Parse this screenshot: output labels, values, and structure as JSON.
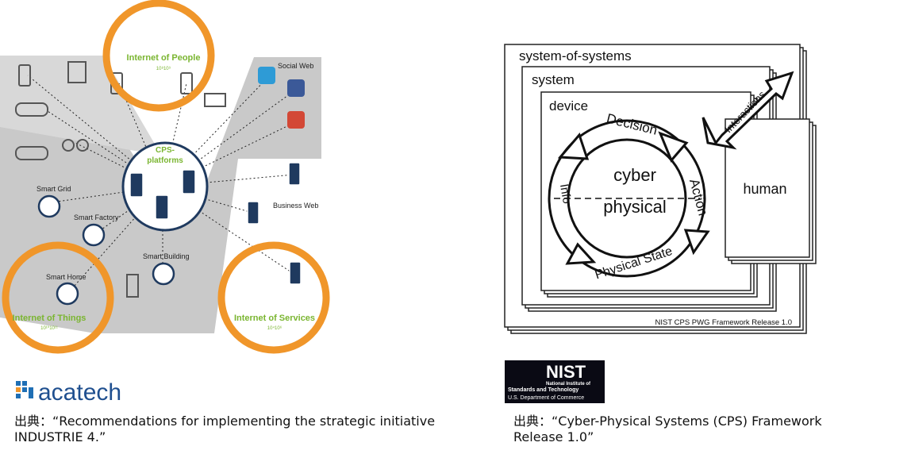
{
  "left_diagram": {
    "hub_label_1": "CPS-",
    "hub_label_2": "platforms",
    "people_title": "Internet of People",
    "people_sub": "10⁸10⁹",
    "things_title": "Internet of Things",
    "things_sub": "10¹⁰10¹¹",
    "services_title": "Internet of Services",
    "services_sub": "10⁴10⁶",
    "social_web": "Social Web",
    "business_web": "Business Web",
    "smart_grid": "Smart Grid",
    "smart_factory": "Smart Factory",
    "smart_building": "Smart Building",
    "smart_home": "Smart Home",
    "accent_orange": "#f0962a",
    "accent_green": "#7ab530",
    "dark_navy": "#1f3a5f"
  },
  "acatech": {
    "logo_text": "acatech"
  },
  "caption_left": {
    "line1": "出典：“Recommendations for implementing the strategic initiative",
    "line2": "INDUSTRIE 4.”"
  },
  "right_diagram": {
    "sos": "system-of-systems",
    "system": "system",
    "device": "device",
    "decision": "Decision",
    "interactions": "Interactions",
    "cyber": "cyber",
    "physical": "physical",
    "info": "Info",
    "action": "Action",
    "physical_state": "Physical State",
    "human": "human",
    "release": "NIST CPS PWG Framework Release 1.0"
  },
  "nist": {
    "logo_text": "NIST",
    "line1": "National Institute of",
    "line2": "Standards and Technology",
    "line3": "U.S. Department of Commerce"
  },
  "caption_right": {
    "line1": "出典：“Cyber-Physical Systems (CPS) Framework",
    "line2": "Release 1.0”"
  }
}
